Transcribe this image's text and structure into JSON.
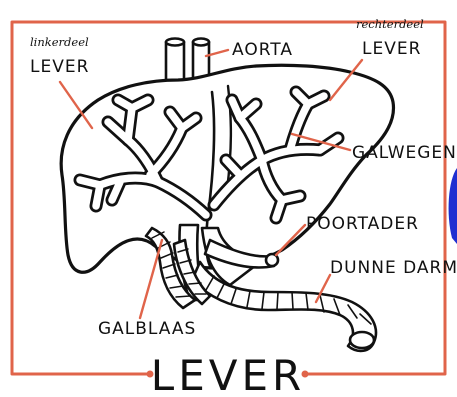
{
  "colors": {
    "ink": "#111111",
    "accent": "#e0644a",
    "edge_blue": "#1f2fd1",
    "background": "#ffffff"
  },
  "labels": {
    "left_lobe_small": "linkerdeel",
    "left_lobe_main": "LEVER",
    "aorta": "AORTA",
    "right_lobe_small": "rechterdeel",
    "right_lobe_main": "LEVER",
    "bile_ducts": "GALWEGEN",
    "portal_vein": "POORTADER",
    "small_intestine": "DUNNE DARM",
    "gallbladder": "GALBLAAS",
    "title": "LEVER"
  }
}
